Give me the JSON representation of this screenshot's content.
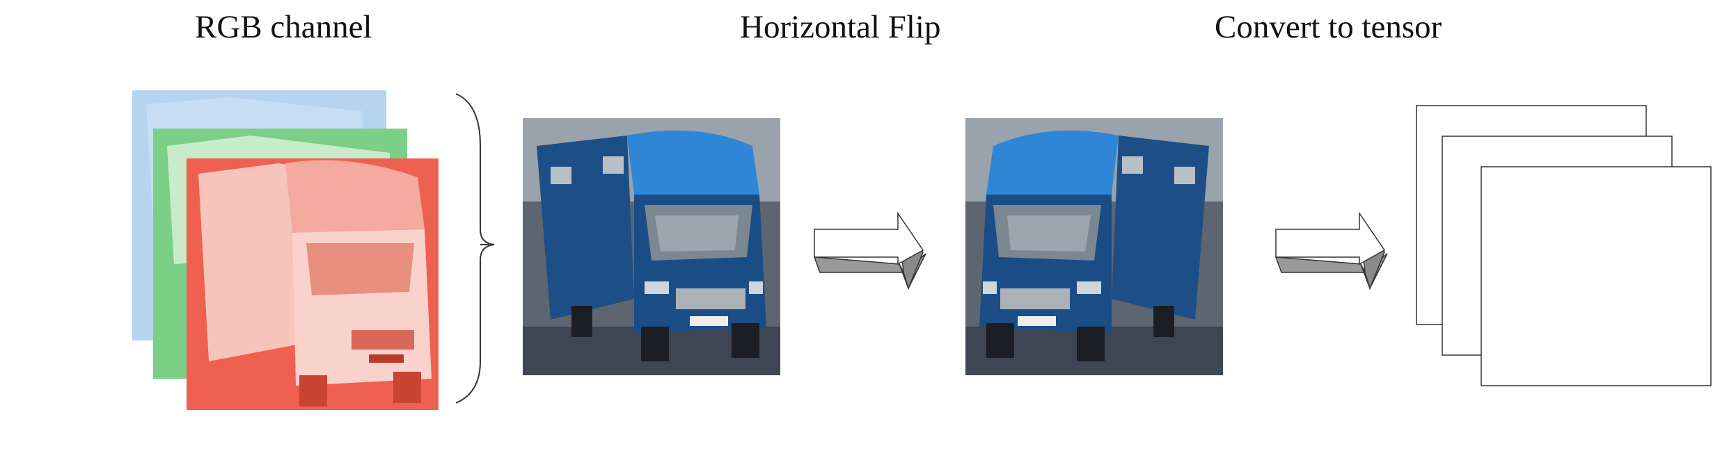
{
  "labels": {
    "rgb": "RGB channel",
    "flip": "Horizontal Flip",
    "tensor": "Convert to tensor"
  },
  "colors": {
    "blue_channel": "#8fbde6",
    "green_channel": "#7ccf86",
    "red_channel": "#ee6150",
    "truck_body": "#1f5a95",
    "arrow_fill": "#ffffff",
    "arrow_shade": "#9a9a9a",
    "outline": "#333333"
  },
  "icons": [
    "rgb-channel-stack",
    "camper-truck-photo",
    "flipped-camper-truck-photo",
    "right-arrow-icon",
    "tensor-stack-icon"
  ]
}
